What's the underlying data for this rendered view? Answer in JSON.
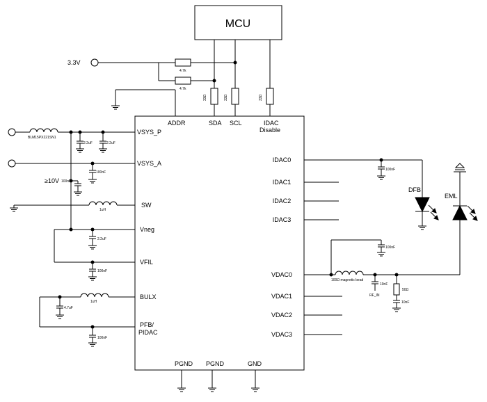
{
  "mcu": {
    "label": "MCU"
  },
  "supply": {
    "label": "3.3V"
  },
  "resistors": {
    "pullup_sda": "4.7k",
    "pullup_scl": "4.7k",
    "r_sda": "33Ω",
    "r_scl": "33Ω",
    "r_idac": "33Ω",
    "r_vdac": "50Ω"
  },
  "pins": {
    "addr": "ADDR",
    "sda": "SDA",
    "scl": "SCL",
    "idac_disable_1": "IDAC",
    "idac_disable_2": "Disable",
    "vsys_p": "VSYS_P",
    "vsys_a": "VSYS_A",
    "sw": "SW",
    "vneg": "Vneg",
    "vfil": "VFIL",
    "bulx": "BULX",
    "pfb_1": "PFB/",
    "pfb_2": "PIDAC",
    "idac0": "IDAC0",
    "idac1": "IDAC1",
    "idac2": "IDAC2",
    "idac3": "IDAC3",
    "vdac0": "VDAC0",
    "vdac1": "VDAC1",
    "vdac2": "VDAC2",
    "vdac3": "VDAC3",
    "pgnd1": "PGND",
    "pgnd2": "PGND",
    "gnd": "GND"
  },
  "inputs": {
    "vin_ferrite": "BLM15PX221SN1",
    "ge10v": "≥10V"
  },
  "components": {
    "c_vsys_p1": "2.2uF",
    "c_vsys_p2": "2.2uF",
    "c_vsys_a": "100nF",
    "c_10v": "100nF",
    "l_sw": "1uH",
    "c_vneg": "2.2uF",
    "c_vfil": "100nF",
    "l_bulx": "1uH",
    "c_bulx": "4.7uF",
    "c_pfb": "100nF",
    "c_idac0": "100nF",
    "c_vdac_top": "100nF",
    "bead": "100Ω magnetic bead",
    "c_rfin": "10nF",
    "rf_in": "RF_IN",
    "c_vdac_r": "10nF"
  },
  "devices": {
    "dfb": "DFB",
    "eml": "EML"
  }
}
